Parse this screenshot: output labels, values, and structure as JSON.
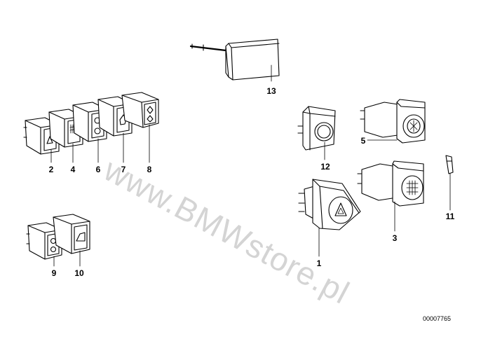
{
  "diagram": {
    "part_labels": [
      {
        "key": "p2",
        "text": "2"
      },
      {
        "key": "p4",
        "text": "4"
      },
      {
        "key": "p6",
        "text": "6"
      },
      {
        "key": "p7",
        "text": "7"
      },
      {
        "key": "p8",
        "text": "8"
      },
      {
        "key": "p9",
        "text": "9"
      },
      {
        "key": "p10",
        "text": "10"
      },
      {
        "key": "p13",
        "text": "13"
      },
      {
        "key": "p12",
        "text": "12"
      },
      {
        "key": "p5",
        "text": "5"
      },
      {
        "key": "p11",
        "text": "11"
      },
      {
        "key": "p3",
        "text": "3"
      },
      {
        "key": "p1",
        "text": "1"
      }
    ],
    "watermark": "www.BMWstore.pl",
    "catalog_number": "00007765",
    "colors": {
      "line": "#000000",
      "watermark": "#8a8a8a"
    }
  }
}
